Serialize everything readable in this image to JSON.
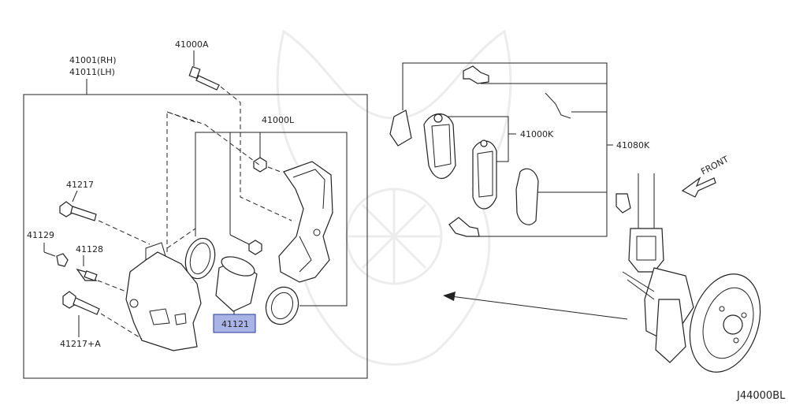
{
  "labels": {
    "caliper_rh_lh_1": "41001(RH)",
    "caliper_rh_lh_2": "41011(LH)",
    "bolt_41000a": "41000A",
    "pad_kit_41000l": "41000L",
    "pad_kit_41000k": "41000K",
    "hardware_41080k": "41080K",
    "pin_bolt_41217": "41217",
    "bleeder_41129": "41129",
    "cap_41128": "41128",
    "bolt_41217a": "41217+A",
    "piston_41121": "41121",
    "front": "FRONT",
    "diagram_code": "J44000BL"
  },
  "colors": {
    "highlight_fill": "#a9b3e6",
    "line": "#222222",
    "watermark": "#ececec"
  }
}
